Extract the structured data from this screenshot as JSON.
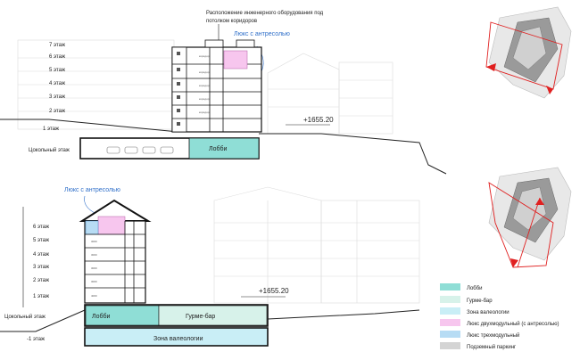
{
  "colors": {
    "lobby": "#8fded6",
    "gourmet_bar": "#d7f2ea",
    "wellness": "#c9eef6",
    "duplex_suite": "#f7c6ee",
    "triplex_suite": "#b7dcf4",
    "parking": "#d4d4d4",
    "accent_blue": "#2f6fc9",
    "section_red": "#e02020"
  },
  "top_section": {
    "note_line1": "Расположение инженерного оборудования под",
    "note_line2": "потолком коридоров",
    "suite_label": "Люкс с антресолью",
    "floors": [
      "7 этаж",
      "6 этаж",
      "5 этаж",
      "4 этаж",
      "3 этаж",
      "2 этаж",
      "1 этаж",
      "Цокольный этаж"
    ],
    "lobby": "Лобби",
    "elevation": "+1655.20"
  },
  "bottom_section": {
    "suite_label": "Люкс с антресолью",
    "floors": [
      "6 этаж",
      "5 этаж",
      "4 этаж",
      "3 этаж",
      "2 этаж",
      "1 этаж",
      "Цокольный этаж",
      "-1 этаж"
    ],
    "lobby": "Лобби",
    "gourmet_bar": "Гурме-бар",
    "wellness": "Зона валеологии",
    "elevation": "+1655.20"
  },
  "legend": [
    {
      "label": "Лобби",
      "color_key": "lobby"
    },
    {
      "label": "Гурме-бар",
      "color_key": "gourmet_bar"
    },
    {
      "label": "Зона валеологии",
      "color_key": "wellness"
    },
    {
      "label": "Люкс двухмодульный (с антресолью)",
      "color_key": "duplex_suite"
    },
    {
      "label": "Люкс трехмодульный",
      "color_key": "triplex_suite"
    },
    {
      "label": "Подземный паркинг",
      "color_key": "parking"
    }
  ]
}
